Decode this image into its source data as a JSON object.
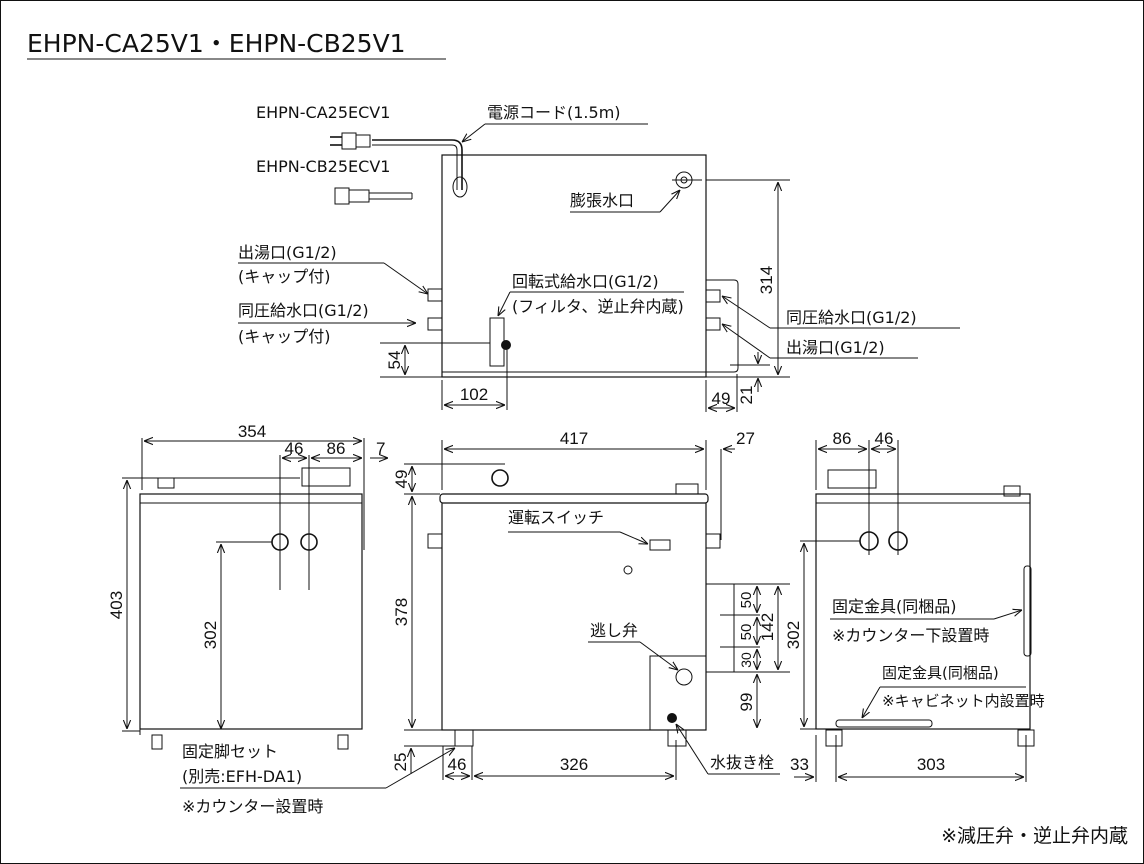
{
  "title": "EHPN-CA25V1・EHPN-CB25V1",
  "footnote": "※減圧弁・逆止弁内蔵",
  "top_view": {
    "plug_models": [
      "EHPN-CA25ECV1",
      "EHPN-CB25ECV1"
    ],
    "labels": {
      "power_cord": "電源コード(1.5m)",
      "expansion_port": "膨張水口",
      "hot_outlet_left_1": "出湯口(G1/2)",
      "hot_outlet_left_2": "(キャップ付)",
      "same_pressure_inlet_left_1": "同圧給水口(G1/2)",
      "same_pressure_inlet_left_2": "(キャップ付)",
      "rotary_inlet_1": "回転式給水口(G1/2)",
      "rotary_inlet_2": "(フィルタ、逆止弁内蔵)",
      "same_pressure_inlet_right": "同圧給水口(G1/2)",
      "hot_outlet_right": "出湯口(G1/2)"
    },
    "dimensions": {
      "depth": "314",
      "inlet_height": "54",
      "inlet_offset": "102",
      "bracket_width": "49",
      "bracket_offset": "21"
    }
  },
  "left_view": {
    "dimensions": {
      "width": "354",
      "port_spacing": "46",
      "port_offset": "86",
      "side_gap": "7",
      "height": "403",
      "port_height": "302"
    },
    "labels": {
      "legs_1": "固定脚セット",
      "legs_2": "(別売:EFH-DA1)",
      "legs_3": "※カウンター設置時"
    }
  },
  "front_view": {
    "dimensions": {
      "width": "417",
      "right_offset": "27",
      "top_fitting": "49",
      "body_height": "378",
      "leg_height": "25",
      "leg_offset": "46",
      "leg_spacing": "326",
      "bracket_total": "142",
      "bracket_step1": "50",
      "bracket_step2": "50",
      "bracket_step3": "30",
      "bracket_base": "99"
    },
    "labels": {
      "switch": "運転スイッチ",
      "relief_valve": "逃し弁",
      "drain_plug": "水抜き栓"
    }
  },
  "right_view": {
    "dimensions": {
      "port_offset": "86",
      "port_spacing": "46",
      "port_height": "302",
      "leg_offset": "33",
      "leg_spacing": "303"
    },
    "labels": {
      "bracket_under_1": "固定金具(同梱品)",
      "bracket_under_2": "※カウンター下設置時",
      "bracket_cabinet_1": "固定金具(同梱品)",
      "bracket_cabinet_2": "※キャビネット内設置時"
    }
  }
}
